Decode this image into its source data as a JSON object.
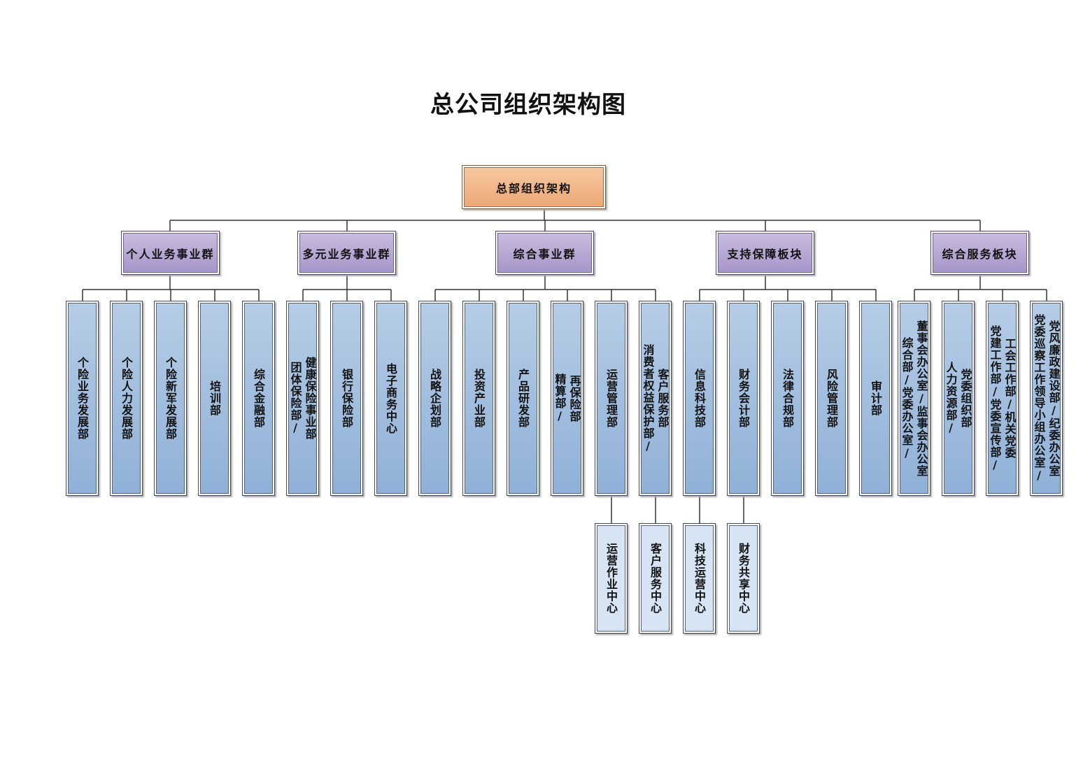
{
  "title": "总公司组织架构图",
  "root": {
    "label": "总部组织架构"
  },
  "groups": [
    {
      "label": "个人业务事业群"
    },
    {
      "label": "多元业务事业群"
    },
    {
      "label": "综合事业群"
    },
    {
      "label": "支持保障板块"
    },
    {
      "label": "综合服务板块"
    }
  ],
  "departments": [
    {
      "label": "个险业务发展部"
    },
    {
      "label": "个险人力发展部"
    },
    {
      "label": "个险新军发展部"
    },
    {
      "label": "培训部"
    },
    {
      "label": "综合金融部"
    },
    {
      "label": "健康保险事业部\n团体保险部/"
    },
    {
      "label": "银行保险部"
    },
    {
      "label": "电子商务中心"
    },
    {
      "label": "战略企划部"
    },
    {
      "label": "投资产业部"
    },
    {
      "label": "产品研发部"
    },
    {
      "label": "再保险部\n精算部/"
    },
    {
      "label": "运营管理部"
    },
    {
      "label": "客户服务部\n消费者权益保护部/"
    },
    {
      "label": "信息科技部"
    },
    {
      "label": "财务会计部"
    },
    {
      "label": "法律合规部"
    },
    {
      "label": "风险管理部"
    },
    {
      "label": "审计部"
    },
    {
      "label": "董事会办公室/监事会办公室\n综合部/党委办公室/"
    },
    {
      "label": "党委组织部\n人力资源部/"
    },
    {
      "label": "工会工作部/机关党委\n党建工作部/党委宣传部/"
    },
    {
      "label": "党风廉政建设部/纪委办公室\n党委巡察工作领导小组办公室/"
    }
  ],
  "subunits": [
    {
      "label": "运营作业中心"
    },
    {
      "label": "客户服务中心"
    },
    {
      "label": "科技运营中心"
    },
    {
      "label": "财务共享中心"
    }
  ]
}
